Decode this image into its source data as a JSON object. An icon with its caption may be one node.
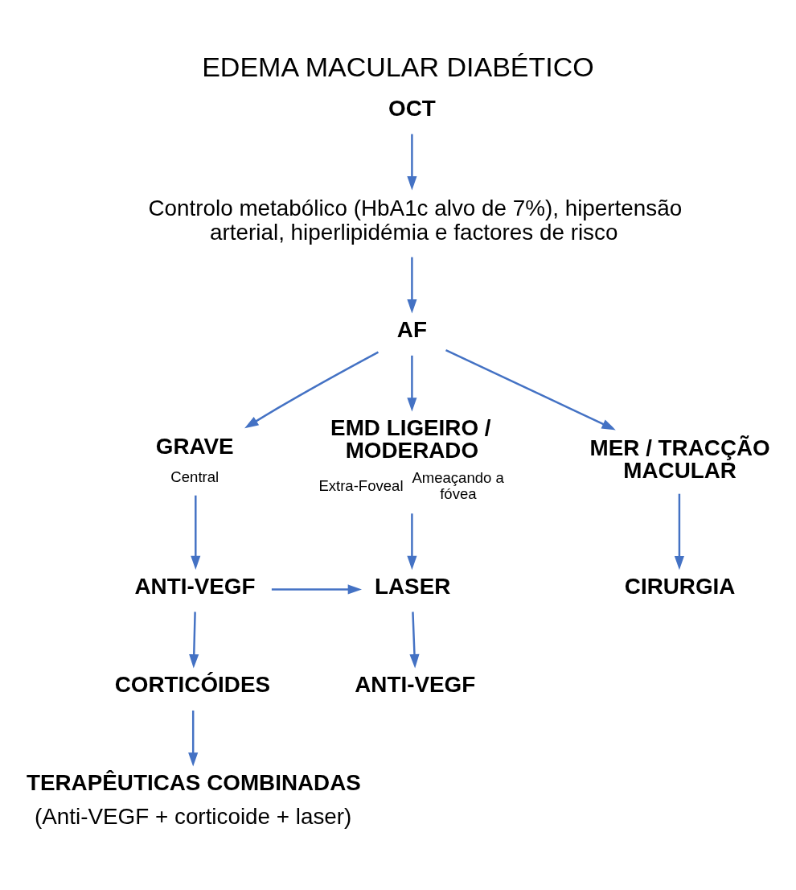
{
  "diagram": {
    "title": "EDEMA MACULAR DIABÉTICO",
    "nodes": [
      {
        "text": [
          "OCT"
        ]
      },
      {
        "text": [
          "Controlo metabólico (HbA1c alvo de 7%), hipertensão arterial, hiperlipidémia e factores de risco"
        ]
      },
      {
        "text": [
          "AF"
        ]
      },
      {
        "text": [
          "EMD LIGEIRO / MODERADO"
        ],
        "beside": [
          "Extra-Foveal",
          "Ameaçando a fóvea"
        ]
      },
      {
        "text": [
          "GRAVE"
        ],
        "beside": [
          "Central"
        ]
      },
      {
        "text": [
          "MER / TRACÇÃO MACULAR"
        ]
      },
      {
        "text": [
          "LASER"
        ]
      },
      {
        "text": [
          "ANTI-VEGF"
        ]
      },
      {
        "text": [
          "CIRURGIA"
        ]
      },
      {
        "text": [
          "ANTI-VEGF"
        ]
      },
      {
        "text": [
          "CORTICÓIDES"
        ]
      },
      {
        "text": [
          "TERAPÊUTICAS COMBINADAS",
          "(Anti-VEGF + corticoide + laser)"
        ]
      }
    ],
    "edges": [
      {
        "from": 0,
        "to": 1,
        "arrow": "to"
      },
      {
        "from": 1,
        "to": 2,
        "arrow": "to"
      },
      {
        "from": 2,
        "to": 3,
        "arrow": "to"
      },
      {
        "from": 2,
        "to": 4,
        "arrow": "to"
      },
      {
        "from": 2,
        "to": 5,
        "arrow": "to"
      },
      {
        "from": 3,
        "to": 6,
        "arrow": "to"
      },
      {
        "from": 4,
        "to": 7,
        "arrow": "to"
      },
      {
        "from": 5,
        "to": 8,
        "arrow": "to"
      },
      {
        "from": 7,
        "to": 6,
        "arrow": "to"
      },
      {
        "from": 6,
        "to": 9,
        "arrow": "to"
      },
      {
        "from": 7,
        "to": 10,
        "arrow": "to"
      },
      {
        "from": 10,
        "to": 11,
        "arrow": "to"
      }
    ]
  }
}
